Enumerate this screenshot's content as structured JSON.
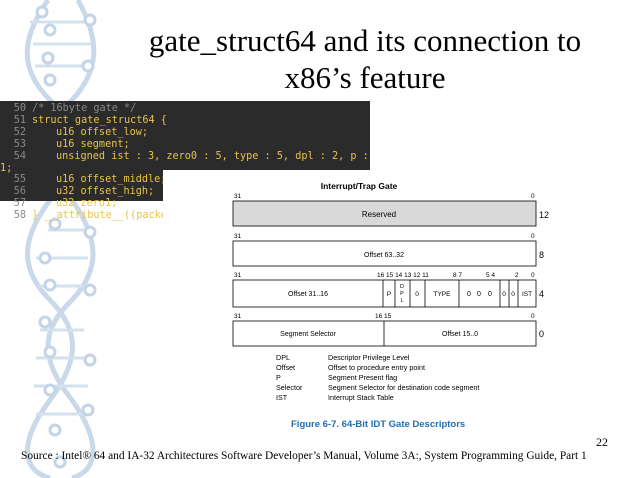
{
  "slide": {
    "title_line1": "gate_struct64 and its connection to",
    "title_line2": "x86’s feature",
    "page_number": "22",
    "source": "Source : Intel® 64 and IA-32 Architectures Software Developer’s Manual, Volume 3A:, System Programming Guide, Part 1"
  },
  "code": {
    "lines": [
      {
        "n": "50",
        "text": "/* 16byte gate */"
      },
      {
        "n": "51",
        "text": "struct gate_struct64 {"
      },
      {
        "n": "52",
        "text": "u16 offset_low;"
      },
      {
        "n": "53",
        "text": "u16 segment;"
      },
      {
        "n": "54",
        "text": "unsigned ist : 3, zero0 : 5, type : 5, dpl : 2, p : 1;"
      },
      {
        "n": "55",
        "text": "u16 offset_middle;"
      },
      {
        "n": "56",
        "text": "u32 offset_high;"
      },
      {
        "n": "57",
        "text": "u32 zero1;"
      },
      {
        "n": "58",
        "text": "} __attribute__((packed"
      }
    ]
  },
  "figure": {
    "heading": "Interrupt/Trap Gate",
    "caption": "Figure 6-7.  64-Bit IDT Gate Descriptors",
    "row0": {
      "bit_hi": "31",
      "bit_lo": "0",
      "field": "Reserved",
      "offset": "12"
    },
    "row1": {
      "bit_hi": "31",
      "bit_lo": "0",
      "field": "Offset 63..32",
      "offset": "8"
    },
    "row2": {
      "bits": [
        "31",
        "16 15 14 13 12 11",
        "8  7",
        "5  4",
        "2",
        "0"
      ],
      "offset_field": "Offset 31..16",
      "p": "P",
      "dpl": [
        "D",
        "P",
        "L"
      ],
      "zero": "0",
      "type": "TYPE",
      "zeros": [
        "0",
        "0",
        "0",
        "0",
        "0"
      ],
      "ist": "IST",
      "offset": "4"
    },
    "row3": {
      "bit_hi": "31",
      "bit_mid": "16 15",
      "bit_lo": "0",
      "selector": "Segment Selector",
      "offset_field": "Offset 15..0",
      "offset": "0"
    },
    "legend": [
      {
        "term": "DPL",
        "desc": "Descriptor Privilege Level"
      },
      {
        "term": "Offset",
        "desc": "Offset to procedure entry point"
      },
      {
        "term": "P",
        "desc": "Segment Present flag"
      },
      {
        "term": "Selector",
        "desc": "Segment Selector for destination code segment"
      },
      {
        "term": "IST",
        "desc": "Interrupt Stack Table"
      }
    ]
  },
  "colors": {
    "caption": "#1f6fb2",
    "reserved_fill": "#d9d9d9",
    "code_bg": "#2b2b2b",
    "keyword": "#e8c24a"
  }
}
